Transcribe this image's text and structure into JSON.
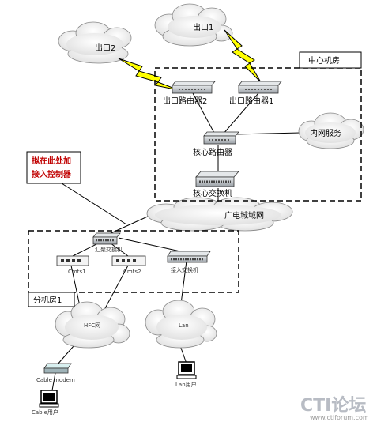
{
  "diagram": {
    "internet": {
      "exit1": "出口1",
      "exit2": "出口2"
    },
    "center_room": {
      "title": "中心机房",
      "router1": "出口路由器1",
      "router2": "出口路由器2",
      "core_router": "核心路由器",
      "intranet": "内网服务",
      "core_switch": "核心交换机"
    },
    "metro_network": "广电城域网",
    "annotation": {
      "line1": "拟在此处加",
      "line2": "接入控制器"
    },
    "branch_room": {
      "title": "分机房1",
      "agg_switch": "汇聚交换机",
      "cmts1": "Cmts1",
      "cmts2": "Cmts2",
      "access_switch": "接入交换机"
    },
    "hfc_net": "HFC网",
    "lan_net": "Lan",
    "cable_modem": "Cable modem",
    "cable_user": "Cable用户",
    "lan_user": "Lan用户"
  },
  "watermark": {
    "brand": "CTI论坛",
    "url": "www.ctiforum.com"
  },
  "colors": {
    "lightning": "#ffff00",
    "annotation": "#c00000",
    "cloud": "#eeeeee",
    "device": "#cfd3d6"
  }
}
